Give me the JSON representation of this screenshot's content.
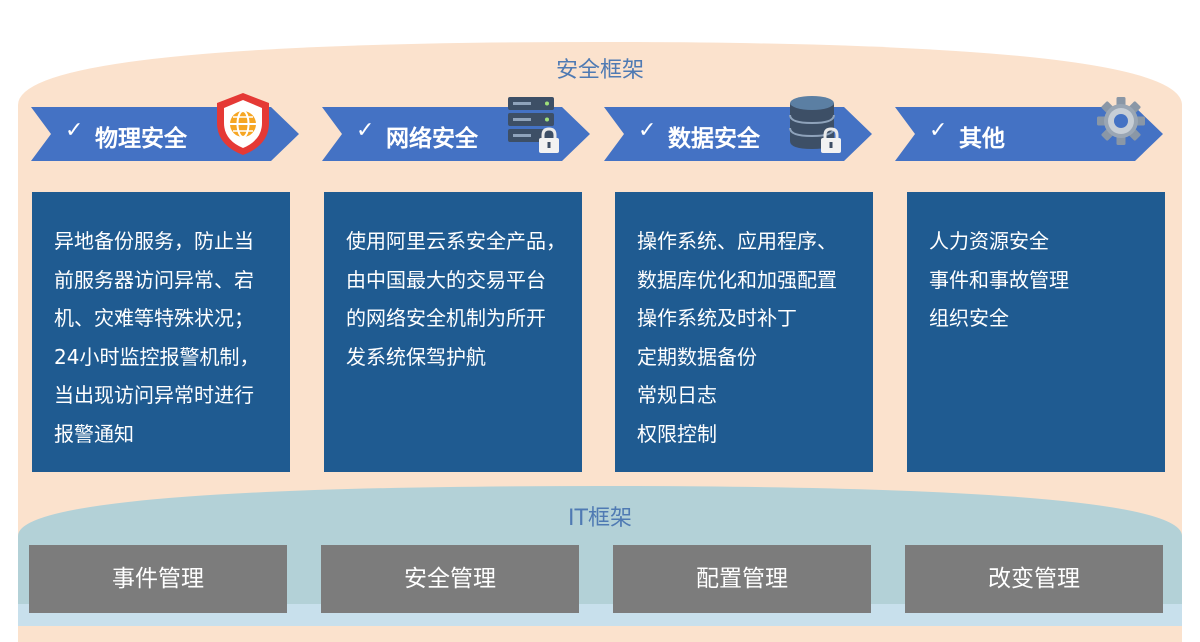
{
  "security_framework": {
    "title": "安全框架",
    "pillars": [
      {
        "label": "物理安全",
        "check": "✓",
        "icon": "shield-globe-icon",
        "lines": [
          "异地备份服务，防止当",
          "前服务器访问异常、宕",
          "机、灾难等特殊状况；",
          "24小时监控报警机制，",
          "当出现访问异常时进行",
          "报警通知"
        ]
      },
      {
        "label": "网络安全",
        "check": "✓",
        "icon": "server-lock-icon",
        "lines": [
          "使用阿里云系安全产品，",
          "由中国最大的交易平台",
          "的网络安全机制为所开",
          "发系统保驾护航"
        ]
      },
      {
        "label": "数据安全",
        "check": "✓",
        "icon": "database-lock-icon",
        "lines": [
          "操作系统、应用程序、",
          "数据库优化和加强配置",
          "操作系统及时补丁",
          "定期数据备份",
          "常规日志",
          "权限控制"
        ]
      },
      {
        "label": "其他",
        "check": "✓",
        "icon": "gear-icon",
        "lines": [
          "人力资源安全",
          "事件和事故管理",
          "组织安全"
        ]
      }
    ]
  },
  "it_framework": {
    "title": "IT框架",
    "items": [
      "事件管理",
      "安全管理",
      "配置管理",
      "改变管理"
    ]
  },
  "colors": {
    "outer_peach": "#fbe2cd",
    "arrow_blue": "#4472c4",
    "box_blue": "#1f5b91",
    "it_band": "#b3d1d7",
    "gray_button": "#7c7c7c",
    "title_blue": "#4f7ab3"
  }
}
